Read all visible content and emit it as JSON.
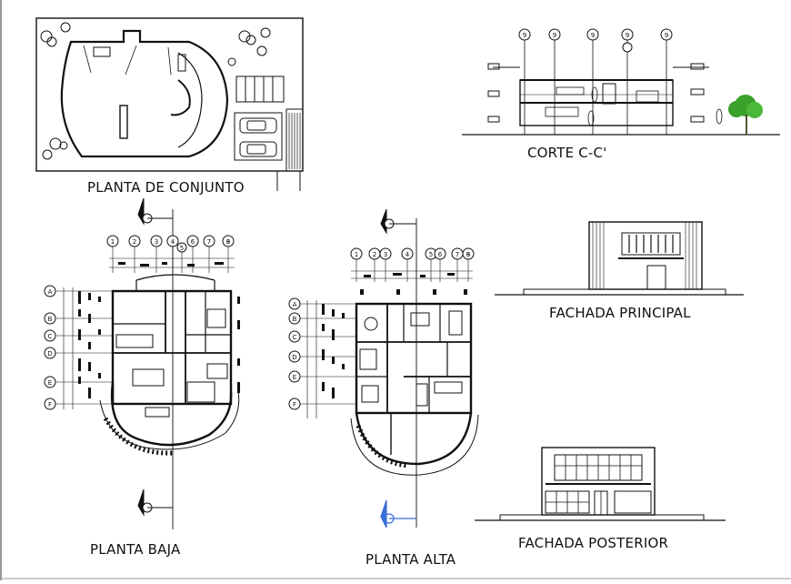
{
  "sheet": {
    "titles": {
      "planta_conjunto": "PLANTA DE CONJUNTO",
      "corte": "CORTE C-C'",
      "fachada_principal": "FACHADA PRINCIPAL",
      "fachada_posterior": "FACHADA POSTERIOR",
      "planta_baja": "PLANTA BAJA",
      "planta_alta": "PLANTA ALTA"
    },
    "grid": {
      "columns_baja": [
        "1",
        "2",
        "3",
        "4",
        "5",
        "6",
        "7",
        "8",
        "9"
      ],
      "rows_baja": [
        "A",
        "B",
        "C",
        "D",
        "E",
        "F"
      ],
      "columns_alta": [
        "1",
        "2",
        "3",
        "4",
        "5",
        "6",
        "7",
        "8",
        "9"
      ],
      "rows_alta": [
        "A",
        "B",
        "C",
        "D",
        "E",
        "F"
      ],
      "corte_axes": [
        "9",
        "9",
        "9",
        "9",
        "9"
      ]
    },
    "colors": {
      "line": "#111111",
      "tree": "#3aa12a",
      "north_arrow_alt": "#3b6fd6"
    }
  }
}
